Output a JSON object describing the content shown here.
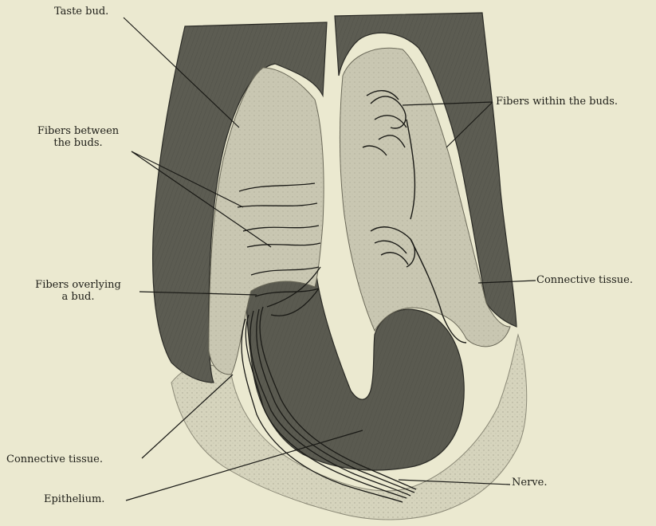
{
  "labels": {
    "taste_bud": "Taste bud.",
    "fibers_between_line1": "Fibers between",
    "fibers_between_line2": "the buds.",
    "fibers_within": "Fibers within the buds.",
    "fibers_overlying_line1": "Fibers overlying",
    "fibers_overlying_line2": "a bud.",
    "connective_tissue_right": "Connective tissue.",
    "connective_tissue_left": "Connective tissue.",
    "nerve": "Nerve.",
    "epithelium": "Epithelium."
  },
  "colors": {
    "background": "#ebe9d0",
    "epithelium": "#5c5c52",
    "epithelium_dark": "#45453d",
    "bud_light": "#c9c7b2",
    "connective_tissue": "#d6d4bd",
    "nerve_fiber": "#1a1a16",
    "label_ink": "#1d1d17"
  }
}
